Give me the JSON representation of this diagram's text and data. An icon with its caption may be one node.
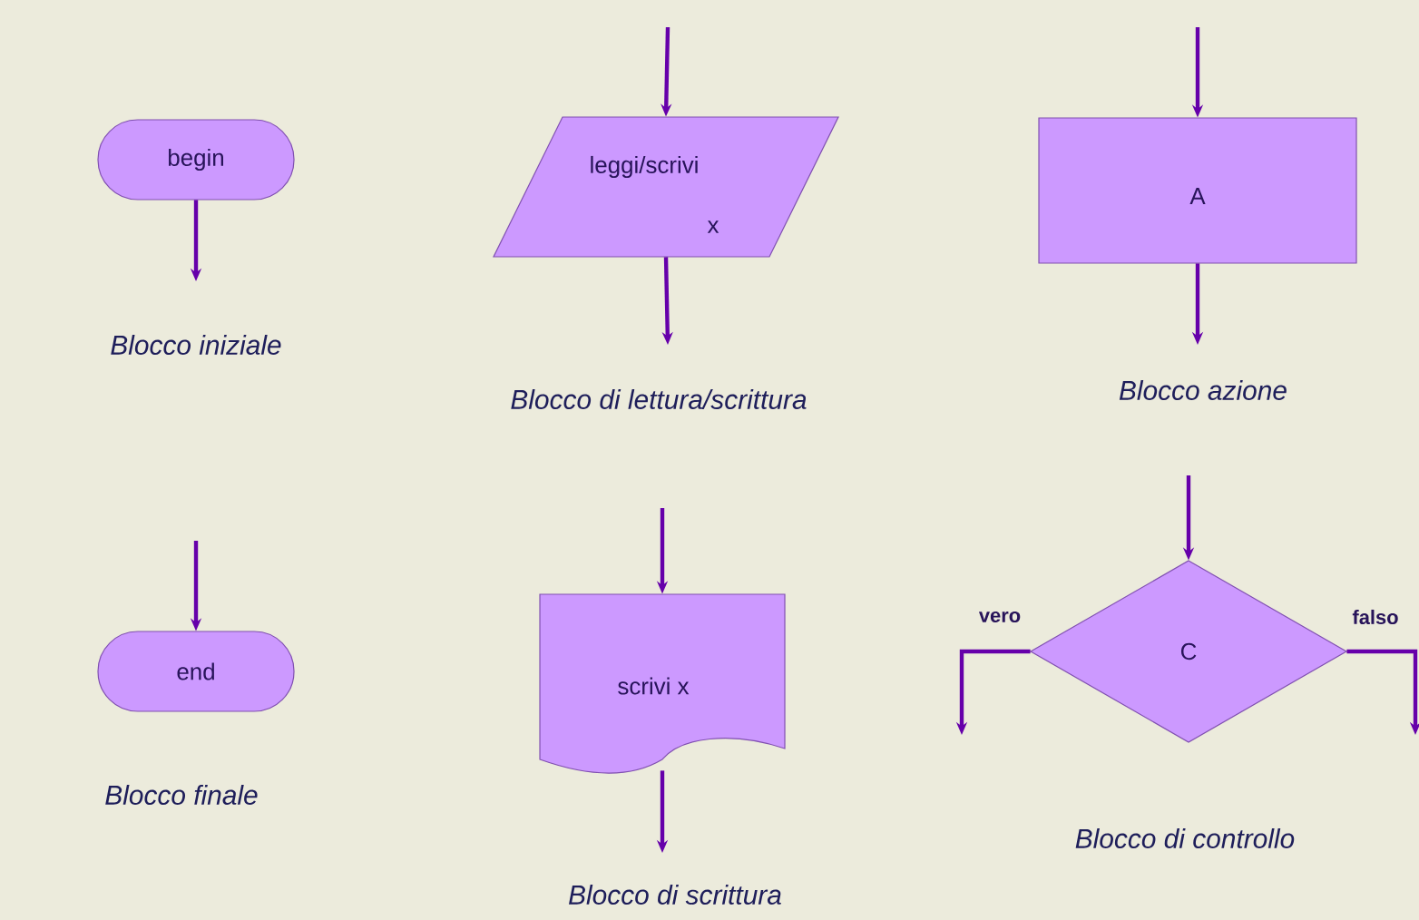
{
  "diagram": {
    "nodes": [
      {
        "text": [
          "begin"
        ]
      },
      {
        "text": [
          "leggi/scrivi",
          "x"
        ]
      },
      {
        "text": [
          "A"
        ]
      },
      {
        "text": [
          "end"
        ]
      },
      {
        "text": [
          "scrivi  x"
        ]
      },
      {
        "text": [
          "C"
        ]
      }
    ],
    "edges": [
      {
        "from": 0,
        "to": null,
        "arrow": "to"
      },
      {
        "from": null,
        "to": 1,
        "arrow": "to"
      },
      {
        "from": 1,
        "to": null,
        "arrow": "to"
      },
      {
        "from": null,
        "to": 2,
        "arrow": "to"
      },
      {
        "from": 2,
        "to": null,
        "arrow": "to"
      },
      {
        "from": null,
        "to": 3,
        "arrow": "to"
      },
      {
        "from": null,
        "to": 4,
        "arrow": "to"
      },
      {
        "from": 4,
        "to": null,
        "arrow": "to"
      },
      {
        "from": null,
        "to": 5,
        "arrow": "to"
      },
      {
        "from": 5,
        "to": null,
        "arrow": "to",
        "label": "vero"
      },
      {
        "from": 5,
        "to": null,
        "arrow": "to",
        "label": "falso"
      }
    ],
    "labels": [
      "Blocco iniziale",
      "Blocco di lettura/scrittura",
      "Blocco azione",
      "Blocco finale",
      "Blocco di scrittura",
      "Blocco di controllo"
    ]
  }
}
